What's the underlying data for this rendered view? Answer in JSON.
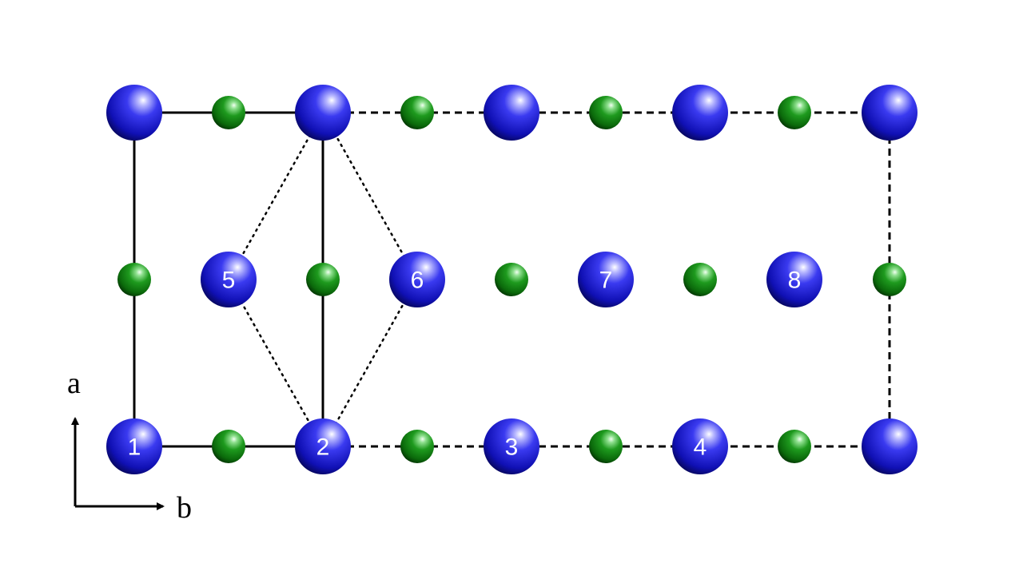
{
  "colors": {
    "large_atom": "#1414c8",
    "small_atom": "#0f7a12",
    "line": "#000000",
    "background": "#ffffff"
  },
  "axes": {
    "vertical_label": "a",
    "horizontal_label": "b"
  },
  "large_atoms": {
    "atom_1": "1",
    "atom_2": "2",
    "atom_3": "3",
    "atom_4": "4",
    "atom_5": "5",
    "atom_6": "6",
    "atom_7": "7",
    "atom_8": "8"
  }
}
